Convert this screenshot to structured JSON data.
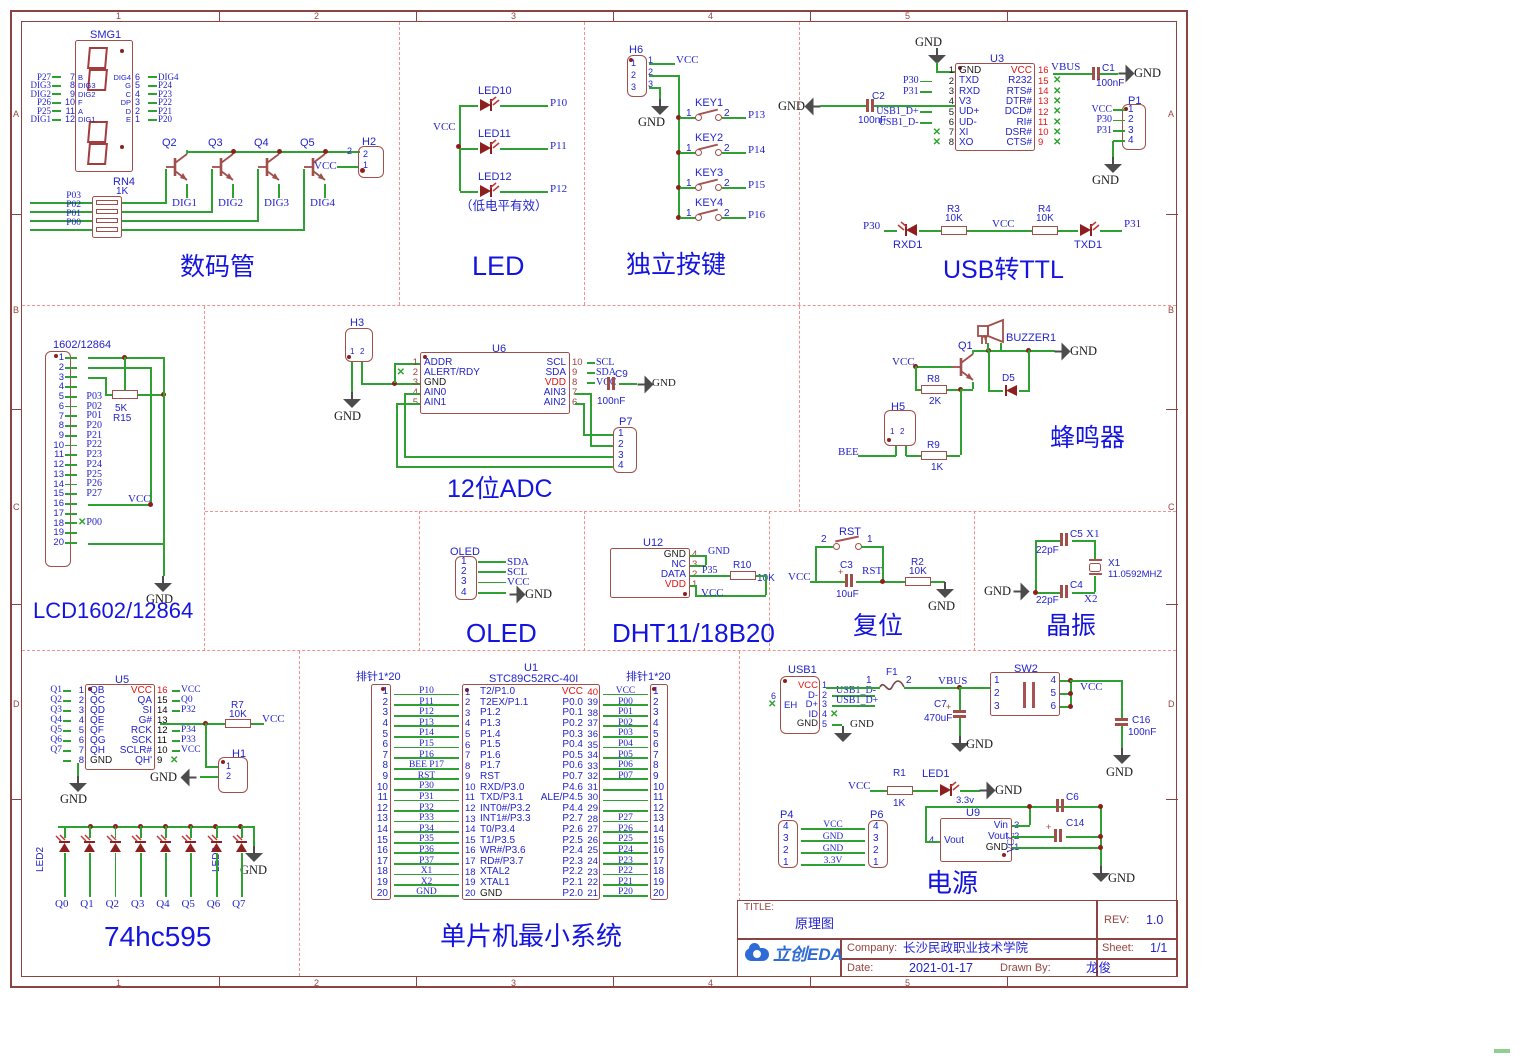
{
  "frame": {
    "cols": [
      "1",
      "2",
      "3",
      "4",
      "5"
    ],
    "rows": [
      "A",
      "B",
      "C",
      "D"
    ]
  },
  "tb": {
    "title_l": "TITLE:",
    "title": "原理图",
    "rev_l": "REV:",
    "rev": "1.0",
    "comp_l": "Company:",
    "comp": "长沙民政职业技术学院",
    "sheet_l": "Sheet:",
    "sheet": "1/1",
    "date_l": "Date:",
    "date": "2021-01-17",
    "drawn_l": "Drawn By:",
    "drawn": "龙俊",
    "logo": "立创EDA"
  },
  "seg": {
    "title": "数码管",
    "ref": "SMG1",
    "h2": "H2",
    "h2pins": [
      "2",
      "1"
    ],
    "rn": "RN4",
    "rnv": "1K",
    "vcc": "VCC",
    "left": [
      {
        "n": "7",
        "nm": "B",
        "net": "P27"
      },
      {
        "n": "8",
        "nm": "DIG3",
        "net": "DIG3"
      },
      {
        "n": "9",
        "nm": "DIG2",
        "net": "DIG2"
      },
      {
        "n": "10",
        "nm": "F",
        "net": "P26"
      },
      {
        "n": "11",
        "nm": "A",
        "net": "P25"
      },
      {
        "n": "12",
        "nm": "DIG1",
        "net": "DIG1"
      }
    ],
    "right": [
      {
        "n": "6",
        "nm": "DIG4",
        "net": "DIG4"
      },
      {
        "n": "5",
        "nm": "G",
        "net": "P24"
      },
      {
        "n": "4",
        "nm": "C",
        "net": "P23"
      },
      {
        "n": "3",
        "nm": "DP",
        "net": "P22"
      },
      {
        "n": "2",
        "nm": "D",
        "net": "P21"
      },
      {
        "n": "1",
        "nm": "E",
        "net": "P20"
      }
    ],
    "q": [
      {
        "ref": "Q2",
        "net": "DIG1"
      },
      {
        "ref": "Q3",
        "net": "DIG2"
      },
      {
        "ref": "Q4",
        "net": "DIG3"
      },
      {
        "ref": "Q5",
        "net": "DIG4"
      }
    ],
    "rnets": [
      "P03",
      "P02",
      "P01",
      "P00"
    ]
  },
  "led": {
    "title": "LED",
    "vcc": "VCC",
    "note": "（低电平有效）",
    "items": [
      {
        "ref": "LED10",
        "net": "P10"
      },
      {
        "ref": "LED11",
        "net": "P11"
      },
      {
        "ref": "LED12",
        "net": "P12"
      }
    ]
  },
  "keys": {
    "title": "独立按键",
    "h6": "H6",
    "h6pins": [
      "1",
      "2",
      "3"
    ],
    "vcc": "VCC",
    "gnd": "GND",
    "p1": "1",
    "p2": "2",
    "items": [
      {
        "ref": "KEY1",
        "net": "P13"
      },
      {
        "ref": "KEY2",
        "net": "P14"
      },
      {
        "ref": "KEY3",
        "net": "P15"
      },
      {
        "ref": "KEY4",
        "net": "P16"
      }
    ]
  },
  "usb": {
    "title": "USB转TTL",
    "u3": "U3",
    "gnd": "GND",
    "vbus": "VBUS",
    "left": [
      {
        "n": "1",
        "nm": "GND",
        "dark": 1
      },
      {
        "n": "2",
        "nm": "TXD",
        "net": "P30"
      },
      {
        "n": "3",
        "nm": "RXD",
        "net": "P31"
      },
      {
        "n": "4",
        "nm": "V3"
      },
      {
        "n": "5",
        "nm": "UD+",
        "net": "USB1_D+"
      },
      {
        "n": "6",
        "nm": "UD-",
        "net": "USB1_D-"
      },
      {
        "n": "7",
        "nm": "XI",
        "x": 1
      },
      {
        "n": "8",
        "nm": "XO",
        "x": 1
      }
    ],
    "right": [
      {
        "n": "16",
        "nm": "VCC",
        "pwr": 1
      },
      {
        "n": "15",
        "nm": "R232",
        "x": 1
      },
      {
        "n": "14",
        "nm": "RTS#",
        "x": 1
      },
      {
        "n": "13",
        "nm": "DTR#",
        "x": 1
      },
      {
        "n": "12",
        "nm": "DCD#",
        "x": 1
      },
      {
        "n": "11",
        "nm": "RI#",
        "x": 1
      },
      {
        "n": "10",
        "nm": "DSR#",
        "x": 1
      },
      {
        "n": "9",
        "nm": "CTS#",
        "x": 1
      }
    ],
    "c1": "C1",
    "c1v": "100nF",
    "c2": "C2",
    "c2v": "100nF",
    "p1": "P1",
    "p1pins": [
      {
        "n": "1",
        "net": "VCC"
      },
      {
        "n": "2",
        "net": "P30"
      },
      {
        "n": "3",
        "net": "P31"
      },
      {
        "n": "4"
      }
    ],
    "rx": {
      "a": "P30",
      "al": "RXD1",
      "r3": "R3",
      "r3v": "10K",
      "vcc": "VCC",
      "r4": "R4",
      "r4v": "10K",
      "bl": "TXD1",
      "b": "P31"
    }
  },
  "lcd": {
    "title": "LCD1602/12864",
    "ref": "1602/12864",
    "r15": "R15",
    "r15v": "5K",
    "vcc": "VCC",
    "gnd": "GND",
    "pins": [
      {
        "n": "1"
      },
      {
        "n": "2"
      },
      {
        "n": "3"
      },
      {
        "n": "4"
      },
      {
        "n": "5",
        "net": "P03"
      },
      {
        "n": "6",
        "net": "P02"
      },
      {
        "n": "7",
        "net": "P01"
      },
      {
        "n": "8",
        "net": "P20"
      },
      {
        "n": "9",
        "net": "P21"
      },
      {
        "n": "10",
        "net": "P22"
      },
      {
        "n": "11",
        "net": "P23"
      },
      {
        "n": "12",
        "net": "P24"
      },
      {
        "n": "13",
        "net": "P25"
      },
      {
        "n": "14",
        "net": "P26"
      },
      {
        "n": "15",
        "net": "P27"
      },
      {
        "n": "16"
      },
      {
        "n": "17"
      },
      {
        "n": "18",
        "net": "P00",
        "x": 1
      },
      {
        "n": "19"
      },
      {
        "n": "20"
      }
    ]
  },
  "adc": {
    "title": "12位ADC",
    "u6": "U6",
    "h3": "H3",
    "h3pins": [
      "1",
      "2"
    ],
    "gnd": "GND",
    "c9": "C9",
    "c9v": "100nF",
    "p7": "P7",
    "p7pins": [
      "1",
      "2",
      "3",
      "4"
    ],
    "left": [
      {
        "n": "1",
        "nm": "ADDR"
      },
      {
        "n": "2",
        "nm": "ALERT/RDY",
        "x": 1
      },
      {
        "n": "3",
        "nm": "GND",
        "dark": 1
      },
      {
        "n": "4",
        "nm": "AIN0"
      },
      {
        "n": "5",
        "nm": "AIN1"
      }
    ],
    "right": [
      {
        "n": "10",
        "nm": "SCL",
        "net": "SCL"
      },
      {
        "n": "9",
        "nm": "SDA",
        "net": "SDA"
      },
      {
        "n": "8",
        "nm": "VDD",
        "net": "VCC",
        "pwr": 1
      },
      {
        "n": "7",
        "nm": "AIN3"
      },
      {
        "n": "6",
        "nm": "AIN2"
      }
    ]
  },
  "buz": {
    "title": "蜂鸣器",
    "ref": "BUZZER1",
    "plus": "+",
    "q1": "Q1",
    "r8": "R8",
    "r8v": "2K",
    "d5": "D5",
    "h5": "H5",
    "h5pins": [
      "1",
      "2"
    ],
    "r9": "R9",
    "r9v": "1K",
    "bee": "BEE",
    "vcc": "VCC",
    "gnd": "GND"
  },
  "oled": {
    "title": "OLED",
    "ref": "OLED",
    "gnd": "GND",
    "pins": [
      {
        "n": "1",
        "net": "SDA"
      },
      {
        "n": "2",
        "net": "SCL"
      },
      {
        "n": "3",
        "net": "VCC"
      },
      {
        "n": "4"
      }
    ]
  },
  "dht": {
    "title": "DHT11/18B20",
    "ref": "U12",
    "r10": "R10",
    "r10v": "10K",
    "vcc": "VCC",
    "gndnet": "GND",
    "p35": "P35",
    "pins": [
      {
        "n": "4",
        "nm": "GND",
        "dark": 1
      },
      {
        "n": "3",
        "nm": "NC"
      },
      {
        "n": "2",
        "nm": "DATA"
      },
      {
        "n": "1",
        "nm": "VDD",
        "pwr": 1
      }
    ]
  },
  "rst": {
    "title": "复位",
    "ref": "RST",
    "p2": "2",
    "p1": "1",
    "c3": "C3",
    "c3v": "10uF",
    "net": "RST",
    "r2": "R2",
    "r2v": "10K",
    "vcc": "VCC",
    "gnd": "GND",
    "plus": "+"
  },
  "xtl": {
    "title": "晶振",
    "c5": "C5",
    "c5v": "22pF",
    "c4": "C4",
    "c4v": "22pF",
    "x1": "X1",
    "x1v": "11.0592MHZ",
    "nt": "X1",
    "nb": "X2",
    "gnd": "GND"
  },
  "hc": {
    "title": "74hc595",
    "u5": "U5",
    "r7": "R7",
    "r7v": "10K",
    "vcc": "VCC",
    "gnd": "GND",
    "h1": "H1",
    "h1pins": [
      "1",
      "2"
    ],
    "led_f": "LED2",
    "led_l": "LED9",
    "left": [
      {
        "n": "1",
        "nm": "QB",
        "net": "Q1"
      },
      {
        "n": "2",
        "nm": "QC",
        "net": "Q2"
      },
      {
        "n": "3",
        "nm": "QD",
        "net": "Q3"
      },
      {
        "n": "4",
        "nm": "QE",
        "net": "Q4"
      },
      {
        "n": "5",
        "nm": "QF",
        "net": "Q5"
      },
      {
        "n": "6",
        "nm": "QG",
        "net": "Q6"
      },
      {
        "n": "7",
        "nm": "QH",
        "net": "Q7"
      },
      {
        "n": "8",
        "nm": "GND",
        "dark": 1
      }
    ],
    "right": [
      {
        "n": "16",
        "nm": "VCC",
        "net": "VCC",
        "pwr": 1
      },
      {
        "n": "15",
        "nm": "QA",
        "net": "Q0"
      },
      {
        "n": "14",
        "nm": "SI",
        "net": "P32"
      },
      {
        "n": "13",
        "nm": "G#"
      },
      {
        "n": "12",
        "nm": "RCK",
        "net": "P34"
      },
      {
        "n": "11",
        "nm": "SCK",
        "net": "P33"
      },
      {
        "n": "10",
        "nm": "SCLR#",
        "net": "VCC"
      },
      {
        "n": "9",
        "nm": "QH'",
        "x": 1
      }
    ],
    "qnets": [
      "Q0",
      "Q1",
      "Q2",
      "Q3",
      "Q4",
      "Q5",
      "Q6",
      "Q7"
    ]
  },
  "mcu": {
    "title": "单片机最小系统",
    "u1": "U1",
    "sub": "STC89C52RC-40I",
    "hdr": "排针1*20",
    "hl": [
      "1",
      "2",
      "3",
      "4",
      "5",
      "6",
      "7",
      "8",
      "9",
      "10",
      "11",
      "12",
      "13",
      "14",
      "15",
      "16",
      "17",
      "18",
      "19",
      "20"
    ],
    "lnets": [
      "P10",
      "P11",
      "P12",
      "P13",
      "P14",
      "P15",
      "P16",
      "BEE P17",
      "RST",
      "P30",
      "P31",
      "P32",
      "P33",
      "P34",
      "P35",
      "P36",
      "P37",
      "X1",
      "X2",
      "GND"
    ],
    "left": [
      {
        "n": "1",
        "nm": "T2/P1.0"
      },
      {
        "n": "2",
        "nm": "T2EX/P1.1"
      },
      {
        "n": "3",
        "nm": "P1.2"
      },
      {
        "n": "4",
        "nm": "P1.3"
      },
      {
        "n": "5",
        "nm": "P1.4"
      },
      {
        "n": "6",
        "nm": "P1.5"
      },
      {
        "n": "7",
        "nm": "P1.6"
      },
      {
        "n": "8",
        "nm": "P1.7"
      },
      {
        "n": "9",
        "nm": "RST"
      },
      {
        "n": "10",
        "nm": "RXD/P3.0"
      },
      {
        "n": "11",
        "nm": "TXD/P3.1"
      },
      {
        "n": "12",
        "nm": "INT0#/P3.2"
      },
      {
        "n": "13",
        "nm": "INT1#/P3.3"
      },
      {
        "n": "14",
        "nm": "T0/P3.4"
      },
      {
        "n": "15",
        "nm": "T1/P3.5"
      },
      {
        "n": "16",
        "nm": "WR#/P3.6"
      },
      {
        "n": "17",
        "nm": "RD#/P3.7"
      },
      {
        "n": "18",
        "nm": "XTAL2"
      },
      {
        "n": "19",
        "nm": "XTAL1"
      },
      {
        "n": "20",
        "nm": "GND",
        "dark": 1
      }
    ],
    "right": [
      {
        "n": "40",
        "nm": "VCC",
        "pwr": 1
      },
      {
        "n": "39",
        "nm": "P0.0"
      },
      {
        "n": "38",
        "nm": "P0.1"
      },
      {
        "n": "37",
        "nm": "P0.2"
      },
      {
        "n": "36",
        "nm": "P0.3"
      },
      {
        "n": "35",
        "nm": "P0.4"
      },
      {
        "n": "34",
        "nm": "P0.5"
      },
      {
        "n": "33",
        "nm": "P0.6"
      },
      {
        "n": "32",
        "nm": "P0.7"
      },
      {
        "n": "31",
        "nm": "P4.6"
      },
      {
        "n": "30",
        "nm": "ALE/P4.5"
      },
      {
        "n": "29",
        "nm": "P4.4"
      },
      {
        "n": "28",
        "nm": "P2.7"
      },
      {
        "n": "27",
        "nm": "P2.6"
      },
      {
        "n": "26",
        "nm": "P2.5"
      },
      {
        "n": "25",
        "nm": "P2.4"
      },
      {
        "n": "24",
        "nm": "P2.3"
      },
      {
        "n": "23",
        "nm": "P2.2"
      },
      {
        "n": "22",
        "nm": "P2.1"
      },
      {
        "n": "21",
        "nm": "P2.0"
      }
    ],
    "rnets": [
      "VCC",
      "P00",
      "P01",
      "P02",
      "P03",
      "P04",
      "P05",
      "P06",
      "P07",
      "",
      "",
      "",
      "P27",
      "P26",
      "P25",
      "P24",
      "P23",
      "P22",
      "P21",
      "P20"
    ]
  },
  "pwr": {
    "title": "电源",
    "usb1": "USB1",
    "f1": "F1",
    "f1a": "1",
    "f1b": "2",
    "vbus": "VBUS",
    "c7": "C7",
    "c7v": "470uF",
    "sw2": "SW2",
    "swl": [
      "1",
      "2",
      "3"
    ],
    "swr": [
      "4",
      "5",
      "6"
    ],
    "vcc": "VCC",
    "c16": "C16",
    "c16v": "100nF",
    "r1": "R1",
    "r1v": "1K",
    "led1": "LED1",
    "v33": "3.3v",
    "p4": "P4",
    "p6": "P6",
    "ppins": [
      "4",
      "3",
      "2",
      "1"
    ],
    "pnets": [
      "VCC",
      "GND",
      "GND",
      "3.3V"
    ],
    "u9": "U9",
    "u9ln": "4",
    "u9lnm": "Vout",
    "u9r": [
      {
        "n": "3",
        "nm": "Vin"
      },
      {
        "n": "2",
        "nm": "Vout"
      },
      {
        "n": "1",
        "nm": "GND",
        "dark": 1
      }
    ],
    "c6": "C6",
    "c14": "C14",
    "plus": "+",
    "gnd": "GND",
    "upins": [
      {
        "n": "1",
        "nm": "VCC",
        "pwr": 1
      },
      {
        "n": "2",
        "nm": "D-",
        "net": "USB1_D-"
      },
      {
        "n": "3",
        "nm": "D+",
        "net": "USB1_D+"
      },
      {
        "n": "4",
        "nm": "ID",
        "x": 1
      },
      {
        "n": "5",
        "nm": "GND",
        "dark": 1
      }
    ],
    "u6n": "6",
    "u6nm": "EH"
  }
}
